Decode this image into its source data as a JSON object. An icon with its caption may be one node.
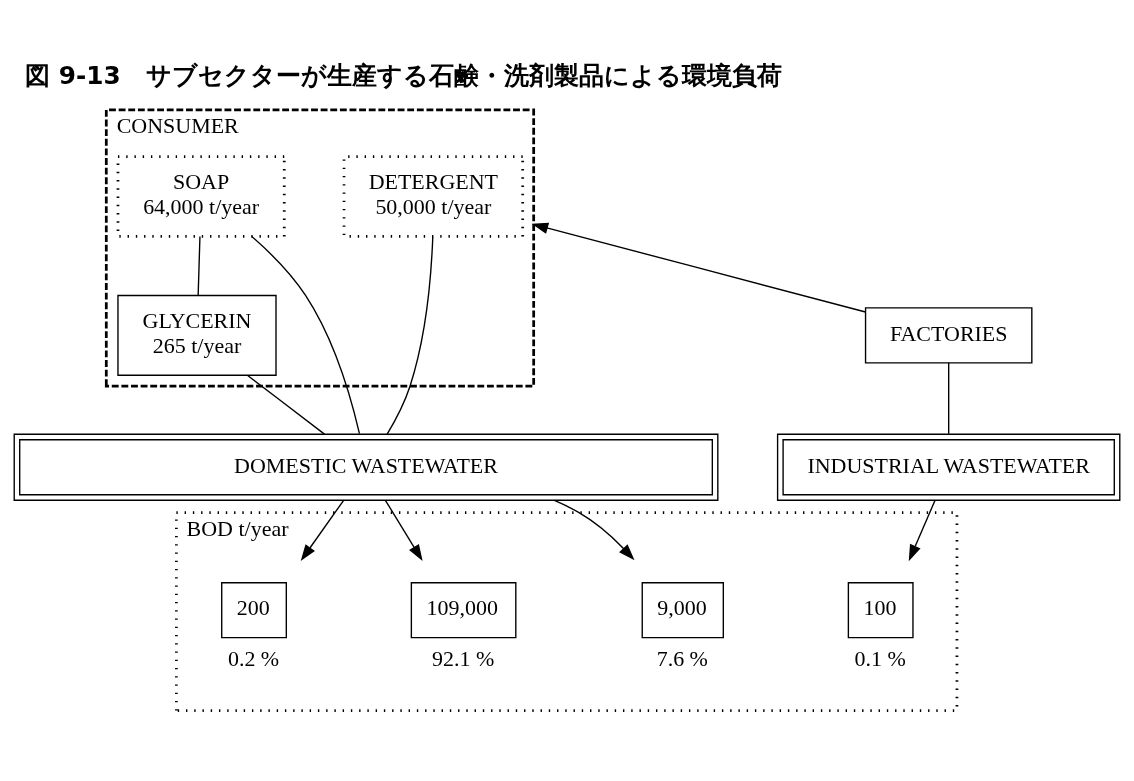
{
  "diagram": {
    "title": "図 9-13　サブセクターが生産する石鹸・洗剤製品による環境負荷",
    "nodes": [
      {
        "text": [
          "FACTORIES"
        ]
      },
      {
        "text": [
          "CONSUMER"
        ]
      },
      {
        "text": [
          "DETERGENT",
          "50,000 t/year"
        ],
        "in": 1
      },
      {
        "text": [
          "SOAP",
          "64,000 t/year"
        ],
        "in": 1
      },
      {
        "text": [
          "GLYCERIN",
          "265 t/year"
        ],
        "in": 1
      },
      {
        "text": [
          "INDUSTRIAL WASTEWATER"
        ]
      },
      {
        "text": [
          "DOMESTIC WASTEWATER"
        ]
      },
      {
        "text": [
          "BOD t/year"
        ]
      },
      {
        "text": [
          "100"
        ],
        "in": 7,
        "beside": [
          "0.1 %"
        ]
      },
      {
        "text": [
          "9,000"
        ],
        "in": 7,
        "beside": [
          "7.6 %"
        ]
      },
      {
        "text": [
          "109,000"
        ],
        "in": 7,
        "beside": [
          "92.1 %"
        ]
      },
      {
        "text": [
          "200"
        ],
        "in": 7,
        "beside": [
          "0.2 %"
        ]
      }
    ],
    "edges": [
      {
        "from": 0,
        "to": 1,
        "arrow": "to"
      },
      {
        "from": 3,
        "to": 4,
        "arrow": "none"
      },
      {
        "from": 0,
        "to": 5,
        "arrow": "none"
      },
      {
        "from": 2,
        "to": 6,
        "arrow": "none"
      },
      {
        "from": 3,
        "to": 6,
        "arrow": "none"
      },
      {
        "from": 4,
        "to": 6,
        "arrow": "none"
      },
      {
        "from": 5,
        "to": 8,
        "arrow": "to"
      },
      {
        "from": 6,
        "to": 9,
        "arrow": "to"
      },
      {
        "from": 6,
        "to": 10,
        "arrow": "to"
      },
      {
        "from": 6,
        "to": 11,
        "arrow": "to"
      }
    ]
  }
}
